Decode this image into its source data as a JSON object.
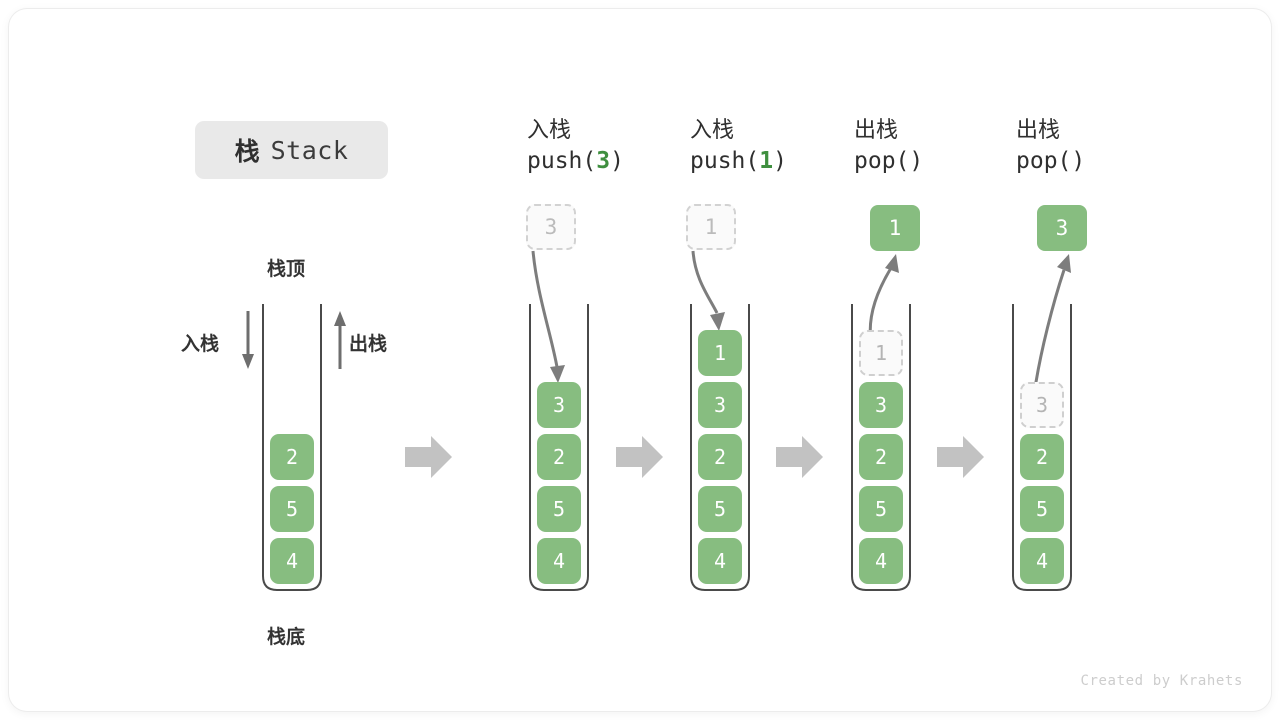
{
  "title": {
    "cn": "栈",
    "en": "Stack"
  },
  "labels": {
    "top": "栈顶",
    "bottom": "栈底",
    "push": "入栈",
    "pop": "出栈"
  },
  "colors": {
    "element": "#87bd80",
    "ghost_border": "#cfcfcf",
    "accent_text": "#3f8f3f",
    "arrow": "#7a7a7a",
    "step_arrow": "#c0c0c0",
    "card": "#ffffff",
    "badge": "#e9e9e9"
  },
  "initial_stack": {
    "name": "initial-stack",
    "elements": [
      "2",
      "5",
      "4"
    ],
    "push_label": "入栈",
    "pop_label": "出栈",
    "top_label": "栈顶",
    "bottom_label": "栈底"
  },
  "steps": [
    {
      "op": "push",
      "title_cn": "入栈",
      "call_prefix": "push(",
      "call_arg": "3",
      "call_suffix": ")",
      "incoming": "3",
      "stack": [
        "3",
        "2",
        "5",
        "4"
      ],
      "ghost_index": -1
    },
    {
      "op": "push",
      "title_cn": "入栈",
      "call_prefix": "push(",
      "call_arg": "1",
      "call_suffix": ")",
      "incoming": "1",
      "stack": [
        "1",
        "3",
        "2",
        "5",
        "4"
      ],
      "ghost_index": -1
    },
    {
      "op": "pop",
      "title_cn": "出栈",
      "call_prefix": "pop(",
      "call_arg": "",
      "call_suffix": ")",
      "result": "1",
      "stack": [
        "1",
        "3",
        "2",
        "5",
        "4"
      ],
      "ghost_index": 0
    },
    {
      "op": "pop",
      "title_cn": "出栈",
      "call_prefix": "pop(",
      "call_arg": "",
      "call_suffix": ")",
      "result": "3",
      "stack": [
        "3",
        "2",
        "5",
        "4"
      ],
      "ghost_index": 0
    }
  ],
  "footer": "Created by Krahets"
}
